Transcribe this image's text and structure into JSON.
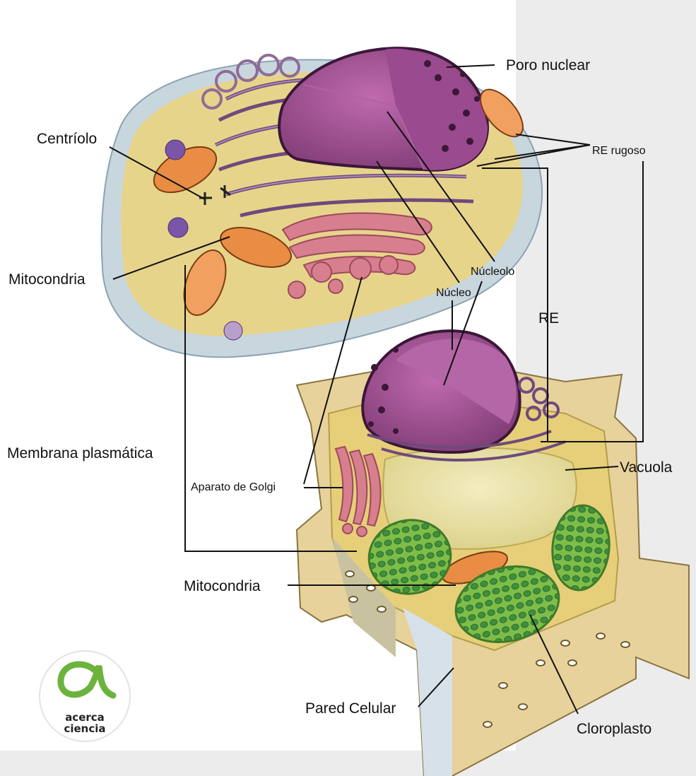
{
  "labels": {
    "poro_nuclear": "Poro nuclear",
    "centriolo": "Centríolo",
    "re_rugoso": "RE rugoso",
    "mitocondria_animal": "Mitocondria",
    "nucleolo": "Núcleolo",
    "nucleo": "Núcleo",
    "re": "RE",
    "membrana_plasmatica": "Membrana plasmática",
    "aparato_golgi": "Aparato de Golgi",
    "vacuola": "Vacuola",
    "mitocondria_vegetal": "Mitocondria",
    "pared_celular": "Pared Celular",
    "cloroplasto": "Cloroplasto"
  },
  "logo": {
    "line1": "acerca",
    "line2": "ciencia",
    "color": "#6cb33e"
  },
  "colors": {
    "background_panel": "#ececec",
    "cytoplasm": "#e9d486",
    "cell_membrane": "#c8d6de",
    "nucleus": "#9c4a8c",
    "endoplasmic_reticulum": "#8e6c98",
    "golgi": "#d77f8e",
    "mitochondria": "#e98d44",
    "chloroplast": "#8fc652",
    "cell_wall": "#e8d29b",
    "vacuole": "#efe8a6"
  }
}
